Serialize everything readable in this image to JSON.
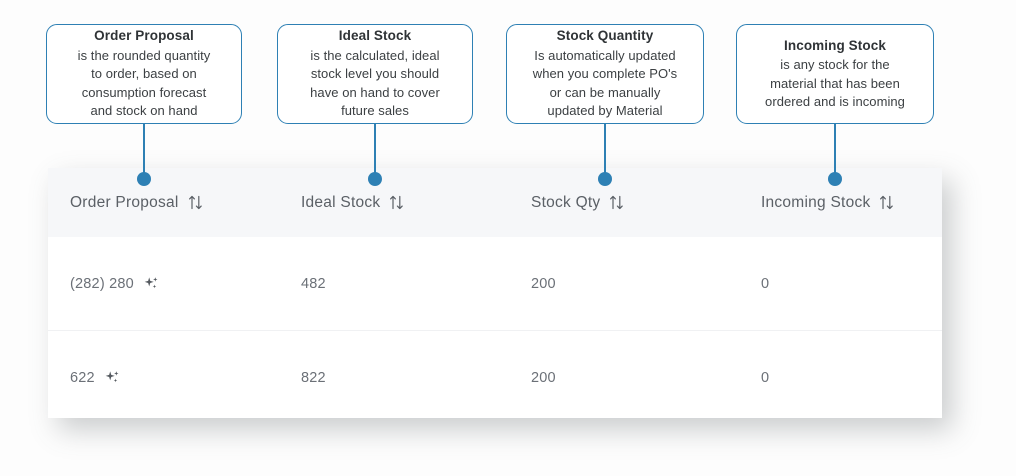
{
  "callouts": [
    {
      "id": "order-proposal",
      "title": "Order Proposal",
      "lines": [
        "is the rounded quantity",
        "to order, based on",
        "consumption forecast",
        "and stock on hand"
      ]
    },
    {
      "id": "ideal-stock",
      "title": "Ideal Stock",
      "lines": [
        "is the calculated, ideal",
        "stock level you should",
        "have on hand to cover",
        "future sales"
      ]
    },
    {
      "id": "stock-quantity",
      "title": "Stock Quantity",
      "lines": [
        "Is automatically updated",
        "when you complete PO's",
        "or can be manually",
        "updated by Material"
      ]
    },
    {
      "id": "incoming-stock",
      "title": "Incoming Stock",
      "lines": [
        "is any stock for the",
        "material that has been",
        "ordered and is incoming"
      ]
    }
  ],
  "table": {
    "columns": [
      {
        "id": "order-proposal",
        "label": "Order Proposal",
        "sort_icon": "sort-updown-icon"
      },
      {
        "id": "ideal-stock",
        "label": "Ideal Stock",
        "sort_icon": "sort-updown-icon"
      },
      {
        "id": "stock-qty",
        "label": "Stock Qty",
        "sort_icon": "sort-updown-icon"
      },
      {
        "id": "incoming-stock",
        "label": "Incoming Stock",
        "sort_icon": "sort-updown-icon"
      }
    ],
    "rows": [
      {
        "order_proposal": "(282) 280",
        "order_proposal_icon": "sparkles-icon",
        "ideal_stock": "482",
        "stock_qty": "200",
        "incoming_stock": "0"
      },
      {
        "order_proposal": "622",
        "order_proposal_icon": "sparkles-icon",
        "ideal_stock": "822",
        "stock_qty": "200",
        "incoming_stock": "0"
      }
    ]
  },
  "colors": {
    "accent_blue": "#2e80b4",
    "header_bg": "#f6f7f9",
    "text_muted": "#6b7077",
    "page_bg": "#fdfdfd"
  }
}
